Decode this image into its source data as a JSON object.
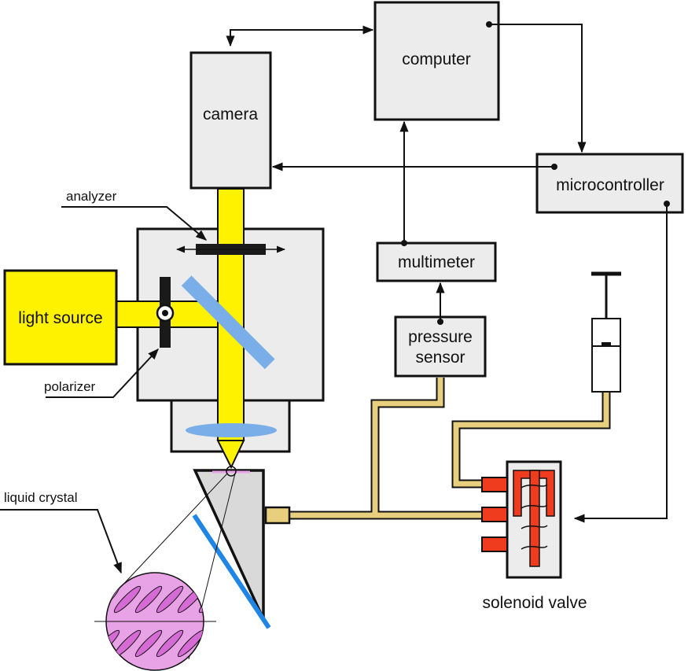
{
  "labels": {
    "computer": "computer",
    "camera": "camera",
    "microcontroller": "microcontroller",
    "analyzer": "analyzer",
    "multimeter": "multimeter",
    "light_source": "light source",
    "pressure_sensor_line1": "pressure",
    "pressure_sensor_line2": "sensor",
    "polarizer": "polarizer",
    "liquid_crystal": "liquid crystal",
    "solenoid_valve": "solenoid valve"
  },
  "colors": {
    "box_fill": "#ececec",
    "light_beam": "#fff200",
    "light_source_fill": "#fff200",
    "optics_blue": "#7aaee8",
    "slide_blue": "#1f86e6",
    "tube_fill": "#e8cf7e",
    "valve_red": "#f03c1e",
    "liquid_crystal_pink": "#e7a3e6",
    "lc_molecule": "#d76bd6"
  }
}
